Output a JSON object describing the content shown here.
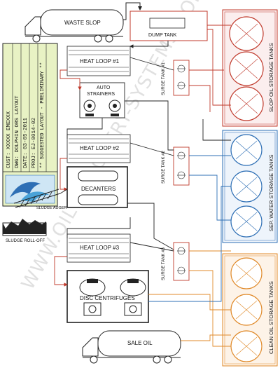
{
  "labels": {
    "waste_slop": "WASTE SLOP",
    "dump_tank": "DUMP TANK",
    "heat_loop_1": "HEAT LOOP #1",
    "heat_loop_2": "HEAT LOOP #2",
    "heat_loop_3": "HEAT LOOP #3",
    "auto_strainers_1": "AUTO",
    "auto_strainers_2": "STRAINERS",
    "decanters": "DECANTERS",
    "disc_centrifuges": "DISC CENTRIFUGES",
    "sludge_auger": "SLUDGE AUGER",
    "sludge_rolloff": "SLUDGE ROLL-OFF",
    "sale_oil": "SALE OIL",
    "surge_tank_1": "SURGE TANK #1",
    "surge_tank_2": "SURGE TANK #2",
    "surge_tank_3": "SURGE TANK #3",
    "slop_oil_tanks": "SLOP OIL STORAGE TANKS",
    "sep_water_tanks": "SEP. WATER STORAGE TANKS",
    "clean_oil_tanks": "CLEAN OIL STORAGE TANKS"
  },
  "title_block": {
    "cust": "CUST: XXXXX EMEXXX",
    "dwg": "DWG:  DOLPHIN ORS LAYOUT",
    "date": "DATE: 03-05-2011",
    "proj": "PROJ: EJ-8014-02",
    "note": "** SUGGESTED LAYOUT - PRELIMINARY **"
  },
  "watermark": "WWW.OIL-RECOVERY-SYSTEMS.COM",
  "colors": {
    "slop": "#c0392b",
    "water": "#2e6fb5",
    "clean": "#e08a2a",
    "titleblock": "#e8f2c4",
    "pipe": "#333333"
  }
}
